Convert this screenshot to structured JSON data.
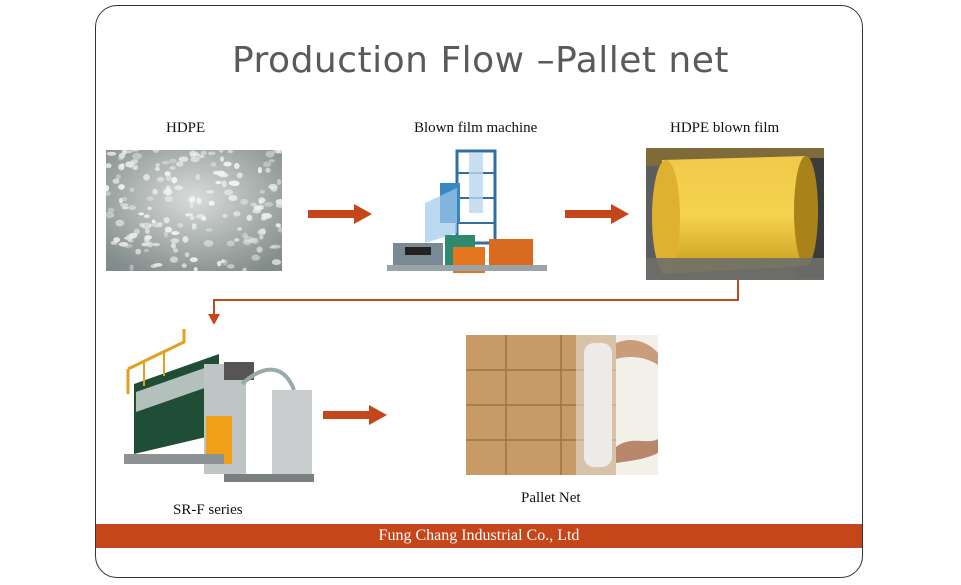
{
  "slide": {
    "title": "Production Flow –Pallet net",
    "footer": "Fung Chang Industrial Co., Ltd"
  },
  "steps": [
    {
      "label": "HDPE",
      "image": "hdpe-pellets"
    },
    {
      "label": "Blown film machine",
      "image": "blown-film-machine"
    },
    {
      "label": "HDPE blown film",
      "image": "yellow-film-roll"
    },
    {
      "label": "SR-F series",
      "image": "knitting-machine"
    },
    {
      "label": "Pallet  Net",
      "image": "wrapped-pallet-boxes"
    }
  ],
  "colors": {
    "accent": "#c6461c",
    "title": "#5a5a5a"
  }
}
